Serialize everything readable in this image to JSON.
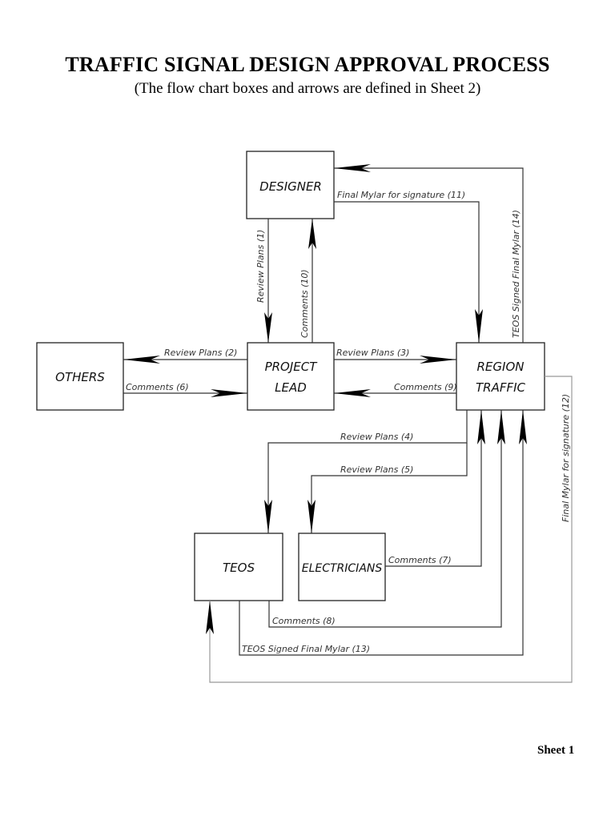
{
  "header": {
    "title": "TRAFFIC SIGNAL DESIGN APPROVAL PROCESS",
    "subtitle": "(The flow chart boxes and arrows are defined in Sheet 2)"
  },
  "footer": {
    "sheet_label": "Sheet 1"
  },
  "nodes": {
    "designer": [
      "DESIGNER"
    ],
    "others": [
      "OTHERS"
    ],
    "project_lead": [
      "PROJECT",
      "LEAD"
    ],
    "region_traffic": [
      "REGION",
      "TRAFFIC"
    ],
    "teos": [
      "TEOS"
    ],
    "electricians": [
      "ELECTRICIANS"
    ]
  },
  "edges": [
    {
      "id": 1,
      "from": "DESIGNER",
      "to": "PROJECT LEAD",
      "label": "Review  Plans (1)"
    },
    {
      "id": 2,
      "from": "PROJECT LEAD",
      "to": "OTHERS",
      "label": "Review  Plans (2)"
    },
    {
      "id": 3,
      "from": "PROJECT LEAD",
      "to": "REGION TRAFFIC",
      "label": "Review  Plans (3)"
    },
    {
      "id": 4,
      "from": "REGION TRAFFIC",
      "to": "TEOS",
      "label": "Review  Plans (4)"
    },
    {
      "id": 5,
      "from": "REGION TRAFFIC",
      "to": "ELECTRICIANS",
      "label": "Review  Plans (5)"
    },
    {
      "id": 6,
      "from": "OTHERS",
      "to": "PROJECT LEAD",
      "label": "Comments (6)"
    },
    {
      "id": 7,
      "from": "ELECTRICIANS",
      "to": "REGION TRAFFIC",
      "label": "Comments (7)"
    },
    {
      "id": 8,
      "from": "TEOS",
      "to": "REGION TRAFFIC",
      "label": "Comments (8)"
    },
    {
      "id": 9,
      "from": "REGION TRAFFIC",
      "to": "PROJECT LEAD",
      "label": "Comments (9)"
    },
    {
      "id": 10,
      "from": "PROJECT LEAD",
      "to": "DESIGNER",
      "label": "Comments (10)"
    },
    {
      "id": 11,
      "from": "DESIGNER",
      "to": "REGION TRAFFIC",
      "label": "Final Mylar  for  signature (11)"
    },
    {
      "id": 12,
      "from": "REGION TRAFFIC",
      "to": "TEOS",
      "label": "Final Mylar  for  signature (12)"
    },
    {
      "id": 13,
      "from": "TEOS",
      "to": "REGION TRAFFIC",
      "label": "TEOS  Signed  Final Mylar (13)"
    },
    {
      "id": 14,
      "from": "REGION TRAFFIC",
      "to": "DESIGNER",
      "label": "TEOS  Signed  Final Mylar (14)"
    }
  ]
}
